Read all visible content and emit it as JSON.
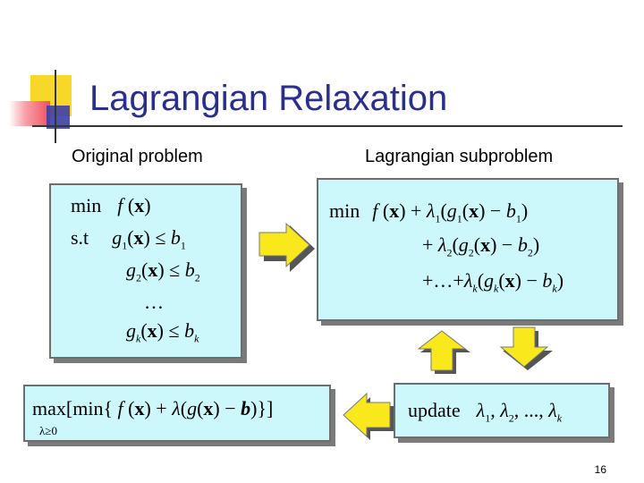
{
  "slide": {
    "title": "Lagrangian Relaxation",
    "original_label": "Original problem",
    "subproblem_label": "Lagrangian subproblem",
    "page_number": "16"
  },
  "original_box": {
    "min": "min",
    "st": "s.t",
    "dots": "…",
    "k": "k"
  },
  "sub_box": {
    "min": "min",
    "lambda": "λ",
    "plus": "+",
    "dots": "+…+",
    "k": "k"
  },
  "update_box": {
    "update": "update",
    "lambdas": "λ",
    "sep": ", ",
    "ellipsis": "...",
    "k": "k"
  },
  "dual_box": {
    "max": "max",
    "min": "min",
    "constraint": "λ≥0"
  },
  "colors": {
    "title": "#2a2f8f",
    "box_fill": "#ccf8fc",
    "arrow_fill": "#f8e81c",
    "arrow_shadow": "#555555"
  },
  "icons": {
    "right_arrow": "right-arrow-icon",
    "left_arrow": "left-arrow-icon",
    "up_arrow": "up-arrow-icon",
    "down_arrow": "down-arrow-icon"
  }
}
